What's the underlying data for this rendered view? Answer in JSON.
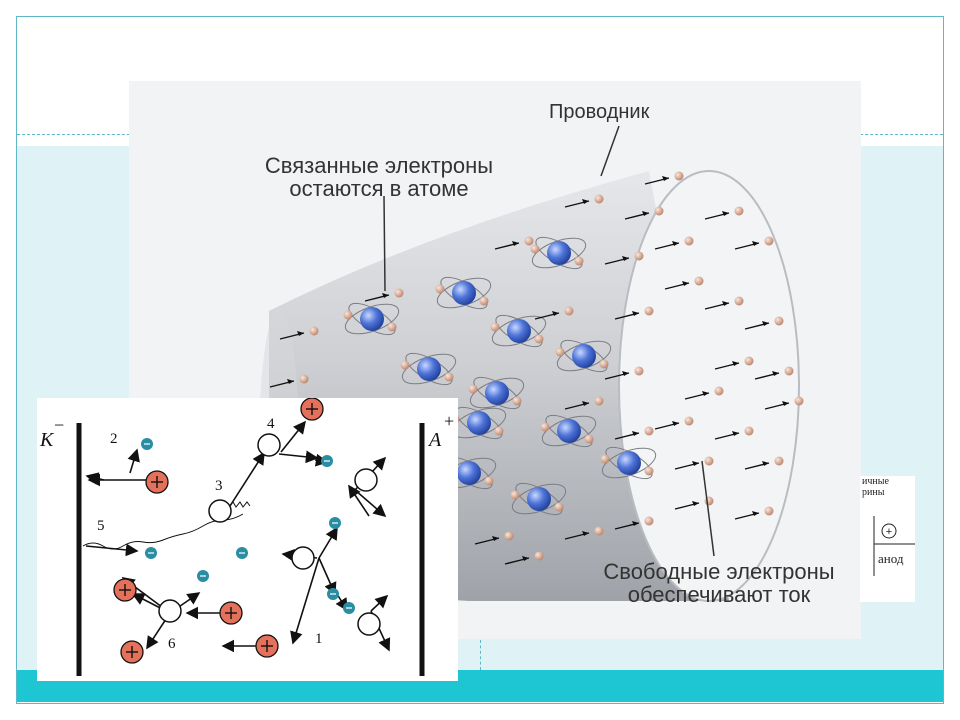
{
  "conductor": {
    "label_conductor": "Проводник",
    "label_bound_line1": "Связанные электроны",
    "label_bound_line2": "остаются в атоме",
    "label_free_line1": "Свободные электроны",
    "label_free_line2": "обеспечивают ток",
    "colors": {
      "tube_body": "#c6c8cc",
      "nucleus": "#4f74d8",
      "electron": "#d9a18a",
      "text": "#333333"
    }
  },
  "ionization": {
    "cathode_label": "K",
    "cathode_sign": "−",
    "anode_label": "A",
    "anode_sign": "+",
    "numbers": [
      "1",
      "2",
      "3",
      "4",
      "5",
      "6"
    ],
    "colors": {
      "positive_ion": "#e4715b",
      "electron": "#2a8ea3"
    }
  },
  "cropped": {
    "text_line1": "ичные",
    "text_line2": "рины",
    "plus_sign": "+",
    "anode_label": "анод"
  }
}
